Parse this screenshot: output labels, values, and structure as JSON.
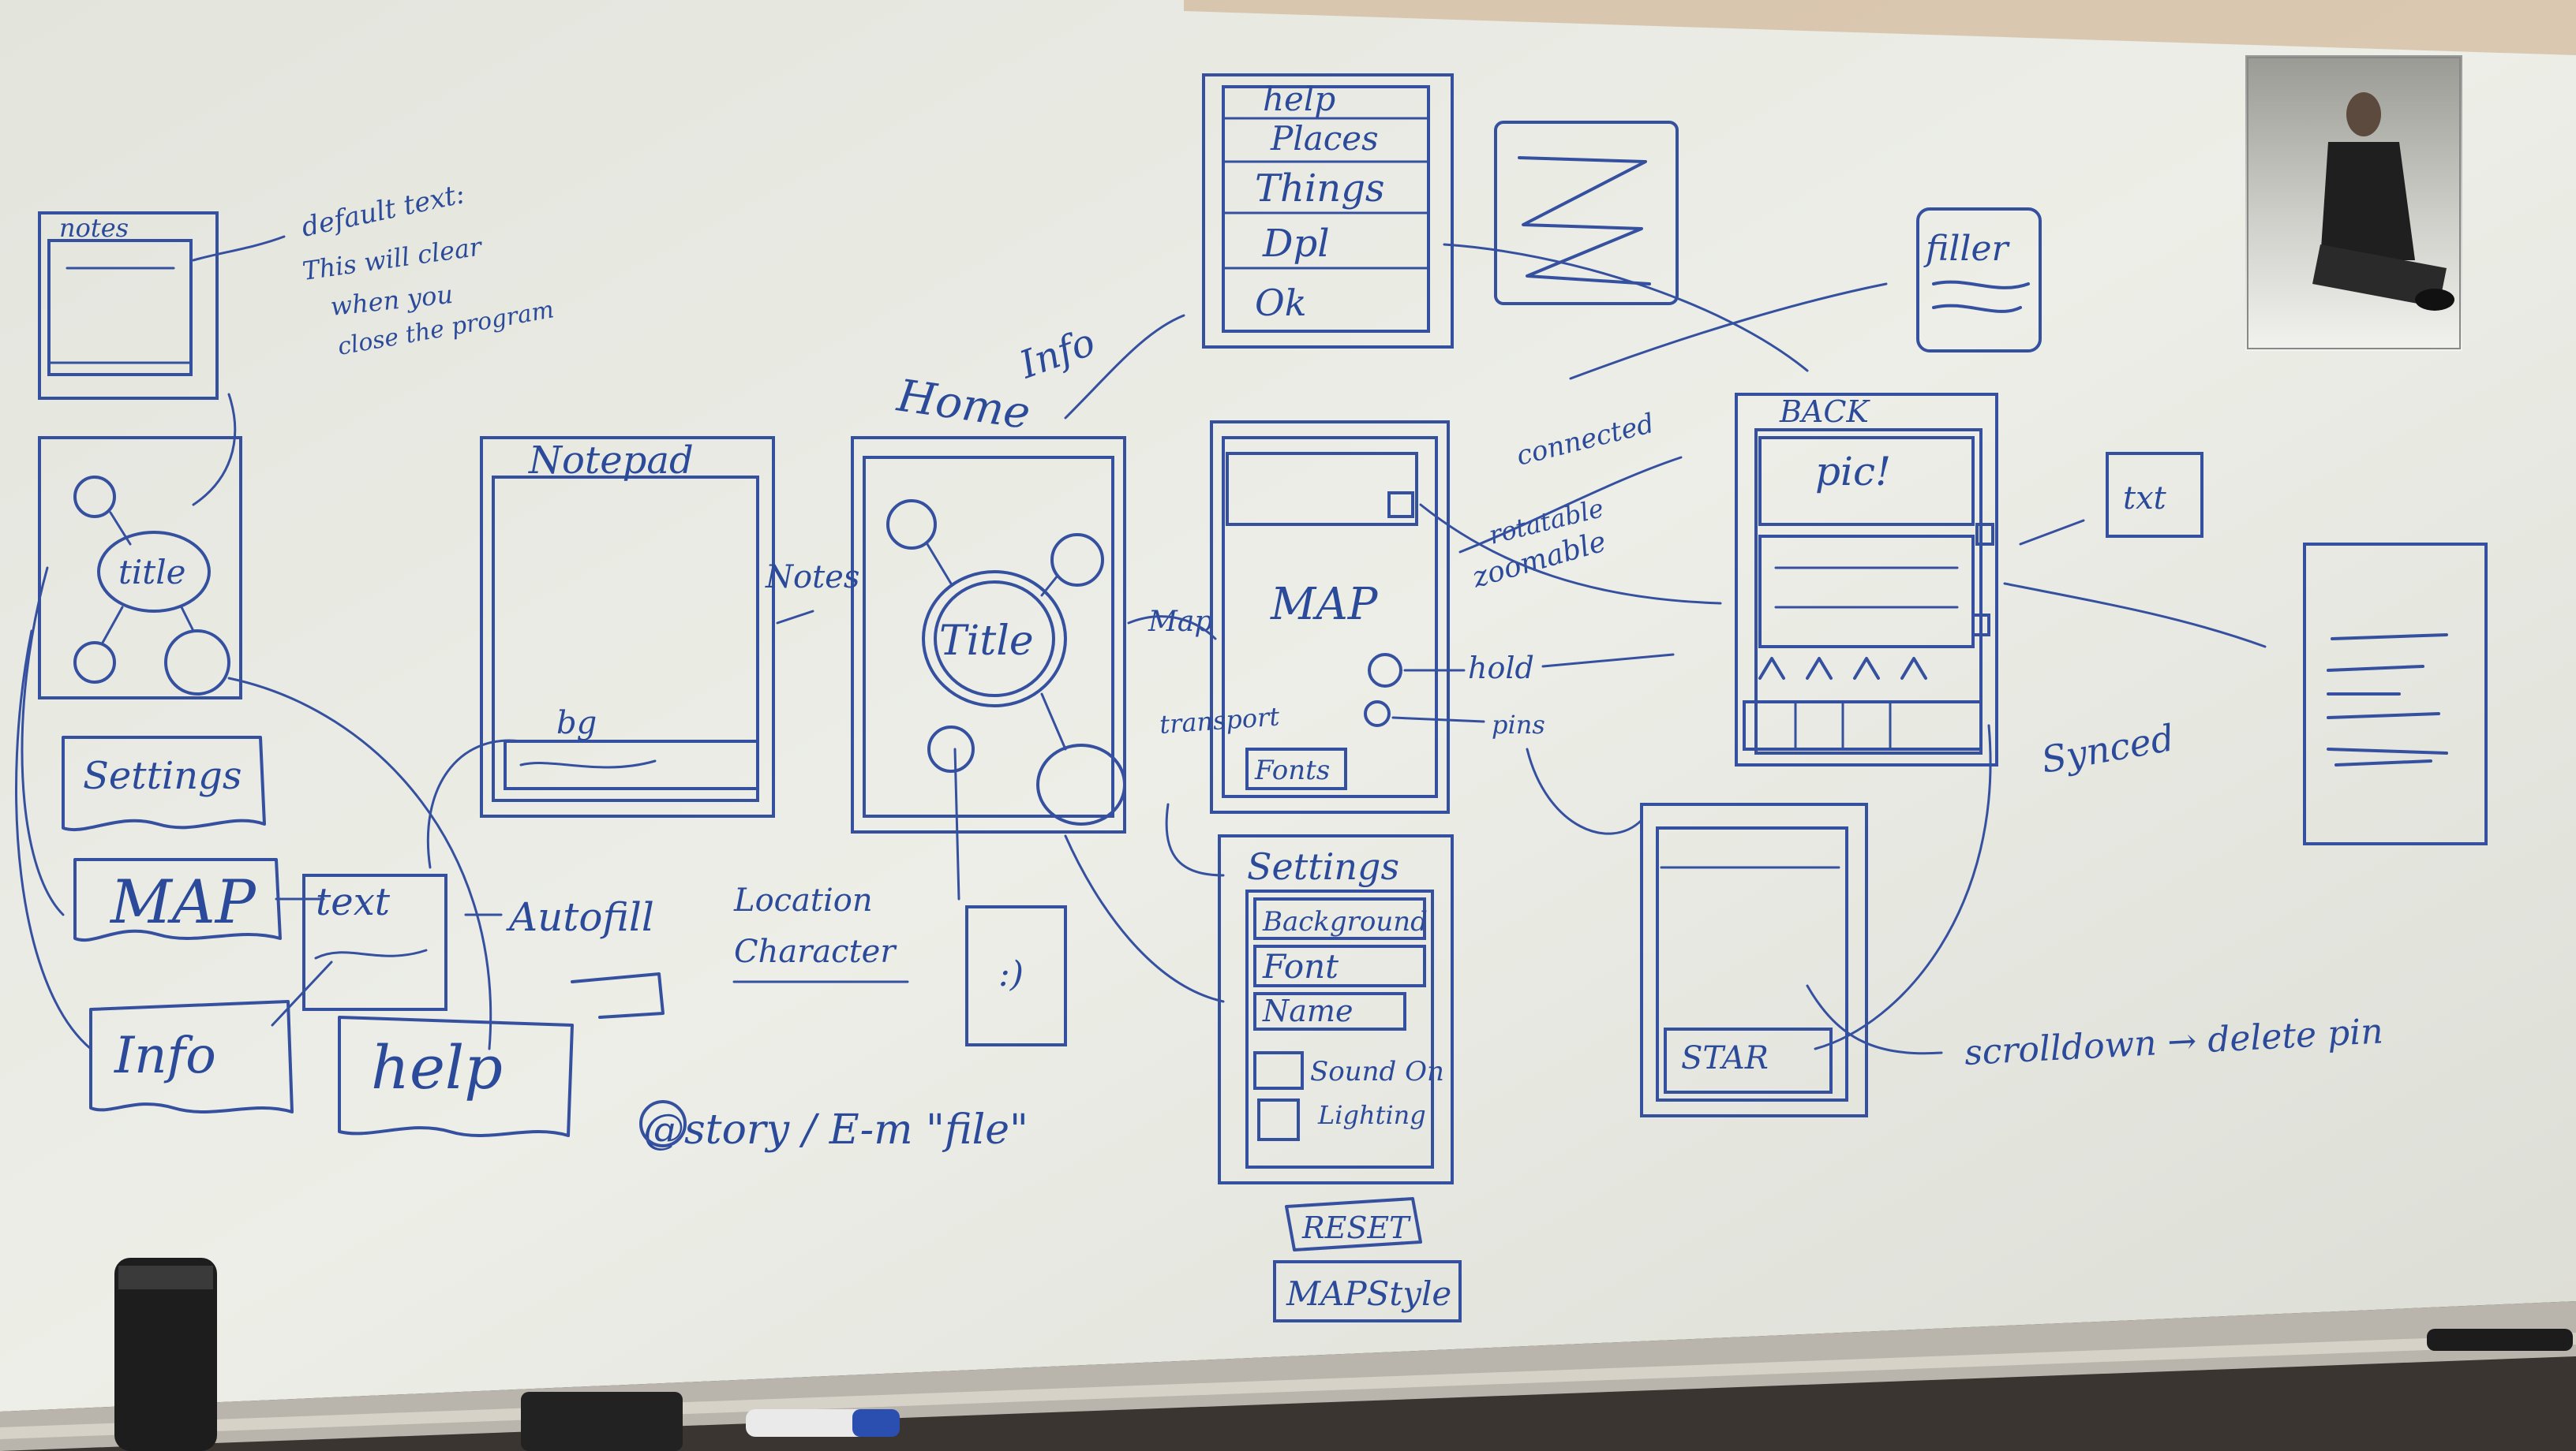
{
  "board": {
    "colors": {
      "board": "#e9ebe4",
      "ink": "#3650a0",
      "frame": "#b9b5ac",
      "floor": "#3a3530"
    },
    "left_column": {
      "notes_label": "notes",
      "default_text_note": [
        "default text:",
        "This will clear",
        "when you",
        "close the program"
      ],
      "title_bubble": "title",
      "settings": "Settings",
      "map": "MAP",
      "text": "text",
      "info": "Info",
      "help": "help"
    },
    "notepad": {
      "header": "Notepad",
      "bg_label": "bg",
      "autofill": "Autofill"
    },
    "home": {
      "header": "Home",
      "info_arrow": "Info",
      "title": "Title",
      "nav_label": "Notes",
      "map_arrow": "Map",
      "location": "Location",
      "character": "Character",
      "smiley": ":)",
      "story_note": "@story / E-m \"file\""
    },
    "help_menu": {
      "items": [
        "help",
        "Places",
        "Things",
        "Dpl",
        "Ok"
      ]
    },
    "map_screen": {
      "title": "MAP",
      "annotations": [
        "connected",
        "rotatable",
        "zoomable",
        "hold",
        "pins"
      ],
      "transport": "transport",
      "font_box": "Fonts"
    },
    "settings": {
      "title": "Settings",
      "items": [
        "Background",
        "Font",
        "Name",
        "Sound On",
        "Lighting"
      ],
      "reset": "RESET",
      "map_style": "MAPStyle"
    },
    "detail": {
      "back": "BACK",
      "pic": "pic!",
      "filler": "filler",
      "txt": "txt",
      "synced": "Synced",
      "stars_label": "STAR",
      "scrolldown": "scrolldown → delete pin"
    }
  }
}
